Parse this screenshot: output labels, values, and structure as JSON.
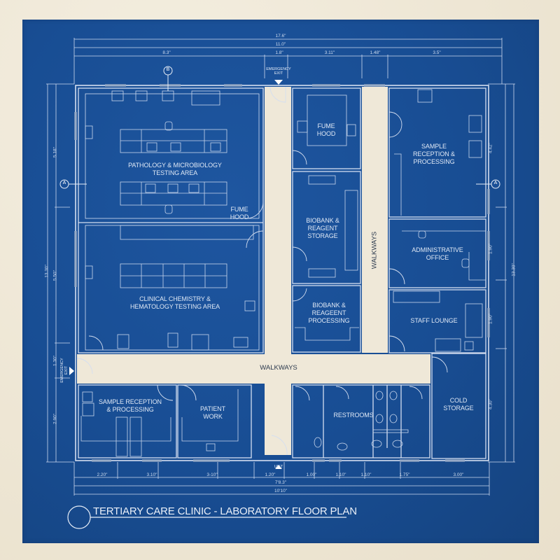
{
  "title": "TERTIARY CARE CLINIC - LABORATORY FLOOR PLAN",
  "colors": {
    "blueprint": "#184d93",
    "line": "#cdd9ee",
    "walkway": "#efe8d8",
    "paper": "#efe8d8"
  },
  "dimensions": {
    "top": {
      "overall_1": "17.6\"",
      "overall_2": "11.0\"",
      "segments": [
        "8.3\"",
        "1.8\"",
        "3.11\"",
        "1.48\"",
        "3.5\""
      ]
    },
    "bottom": {
      "segments": [
        "2.20\"",
        "3.10\"",
        "3-10\"",
        "1.20\"",
        "1.00\"",
        "1.10\"",
        "1.10\"",
        "1.75\"",
        "3.00\""
      ],
      "overall_1": "7'8.3\"",
      "overall_2": "10'10\""
    },
    "left": {
      "overall": "13.30\"",
      "segments": [
        "5.18\"",
        "5.50\"",
        "1.30\"",
        "2.90\""
      ]
    },
    "right": {
      "overall": "13.30\"",
      "segments": [
        "4.42\"",
        "1.90\"",
        "1.90\"",
        "4.30\""
      ]
    }
  },
  "markers": {
    "section_a_left": "A",
    "section_a_right": "A",
    "section_b_top": "B"
  },
  "exits": {
    "top": "EMERGENCY EXIT",
    "left": "EMERGENCY EXIT",
    "bottom": "UIST"
  },
  "rooms": {
    "pathology": "PATHOLOGY & MICROBIOLOGY\nTESTING AREA",
    "fume_hood_left": "FUME\nHOOD",
    "clinical_chem": "CLINICAL CHEMISTRY &\nHEMATOLOGY TESTING AREA",
    "fume_hood_center": "FUME\nHOOD",
    "biobank_storage": "BIOBANK &\nREAGENT\nSTORAGE",
    "biobank_processing": "BIOBANK &\nREAGEENT\nPROCESSING",
    "sample_reception_right": "SAMPLE\nRECEPTION &\nPROCESSING",
    "admin_office": "ADMINISTRATIVE\nOFFICE",
    "staff_lounge": "STAFF LOUNGE",
    "sample_reception_bottom": "SAMPLE RECEPTION\n& PROCESSING",
    "patient_work": "PATIENT\nWORK",
    "restrooms": "RESTROOMS",
    "cold_storage": "COLD\nSTORAGE"
  },
  "walkways": {
    "horizontal": "WALKWAYS",
    "vertical": "WALKWAYS"
  }
}
